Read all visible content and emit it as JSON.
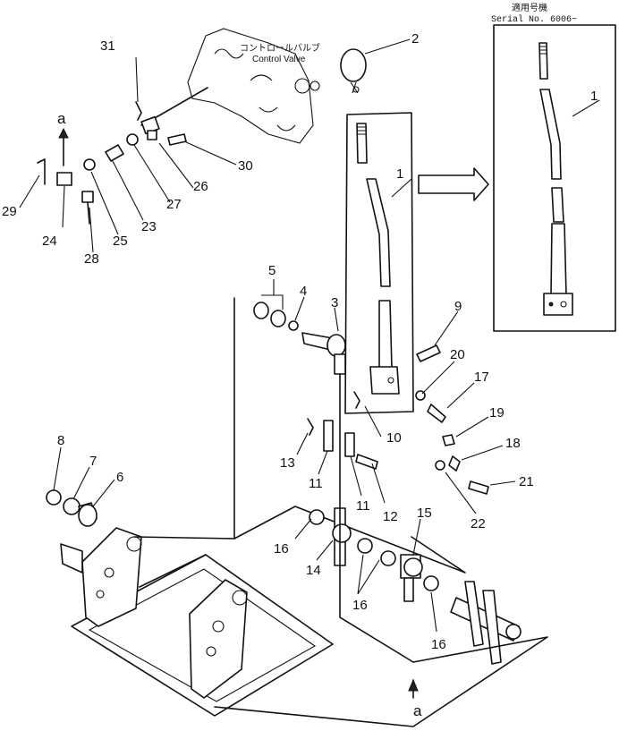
{
  "serial_note": {
    "applicable_jp": "適用号機",
    "serial": "Serial No. 6006~"
  },
  "control_valve": {
    "label_jp": "コントロールバルブ",
    "label_en": "Control Valve"
  },
  "section_marks": [
    "a",
    "a"
  ],
  "callouts": [
    {
      "id": "1",
      "ref": "1"
    },
    {
      "id": "1b",
      "ref": "1"
    },
    {
      "id": "2",
      "ref": "2"
    },
    {
      "id": "3",
      "ref": "3"
    },
    {
      "id": "4",
      "ref": "4"
    },
    {
      "id": "5",
      "ref": "5"
    },
    {
      "id": "6",
      "ref": "6"
    },
    {
      "id": "7",
      "ref": "7"
    },
    {
      "id": "8",
      "ref": "8"
    },
    {
      "id": "9",
      "ref": "9"
    },
    {
      "id": "10",
      "ref": "10"
    },
    {
      "id": "11a",
      "ref": "11"
    },
    {
      "id": "11b",
      "ref": "11"
    },
    {
      "id": "12",
      "ref": "12"
    },
    {
      "id": "13",
      "ref": "13"
    },
    {
      "id": "14",
      "ref": "14"
    },
    {
      "id": "15",
      "ref": "15"
    },
    {
      "id": "16a",
      "ref": "16"
    },
    {
      "id": "16b",
      "ref": "16"
    },
    {
      "id": "16c",
      "ref": "16"
    },
    {
      "id": "17",
      "ref": "17"
    },
    {
      "id": "18",
      "ref": "18"
    },
    {
      "id": "19",
      "ref": "19"
    },
    {
      "id": "20",
      "ref": "20"
    },
    {
      "id": "21",
      "ref": "21"
    },
    {
      "id": "22",
      "ref": "22"
    },
    {
      "id": "23",
      "ref": "23"
    },
    {
      "id": "24",
      "ref": "24"
    },
    {
      "id": "25",
      "ref": "25"
    },
    {
      "id": "26",
      "ref": "26"
    },
    {
      "id": "27",
      "ref": "27"
    },
    {
      "id": "28",
      "ref": "28"
    },
    {
      "id": "29",
      "ref": "29"
    },
    {
      "id": "30",
      "ref": "30"
    },
    {
      "id": "31",
      "ref": "31"
    }
  ]
}
